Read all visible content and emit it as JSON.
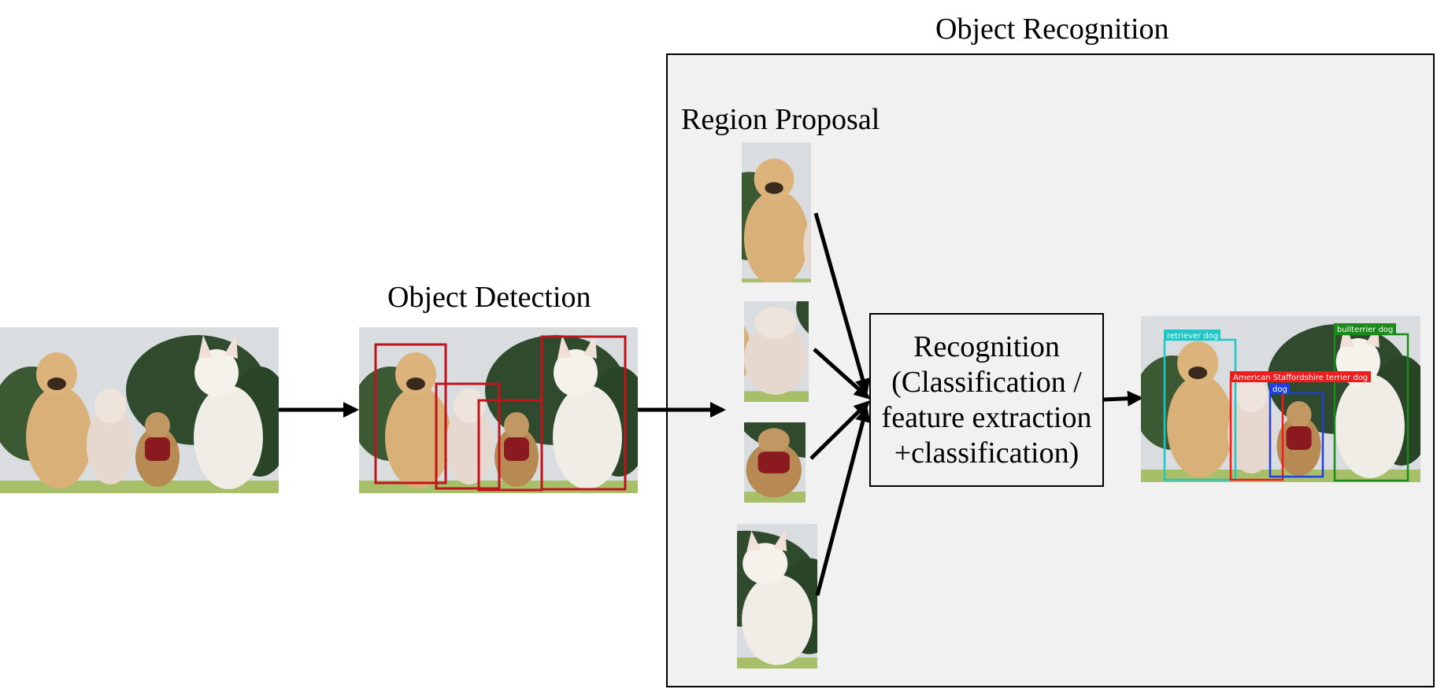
{
  "titles": {
    "object_detection": "Object Detection",
    "object_recognition": "Object Recognition",
    "region_proposal": "Region Proposal"
  },
  "recognition_box": {
    "lines": [
      "Recognition",
      "(Classification /",
      "feature extraction",
      "+classification)"
    ]
  },
  "detections": [
    {
      "label": "retriever dog",
      "color": "#1fc7c7"
    },
    {
      "label": "American Staffordshire terrier dog",
      "color": "#ee1c1c"
    },
    {
      "label": "dog",
      "color": "#1f3fe0"
    },
    {
      "label": "bullterrier dog",
      "color": "#1a8a1a"
    }
  ],
  "colors": {
    "proposal_box": "#c0141c",
    "panel_background": "#f1f1f1",
    "arrow": "#000000"
  },
  "icons": [
    "input-photo",
    "detection-photo",
    "proposal-crop",
    "arrow",
    "result-photo"
  ]
}
